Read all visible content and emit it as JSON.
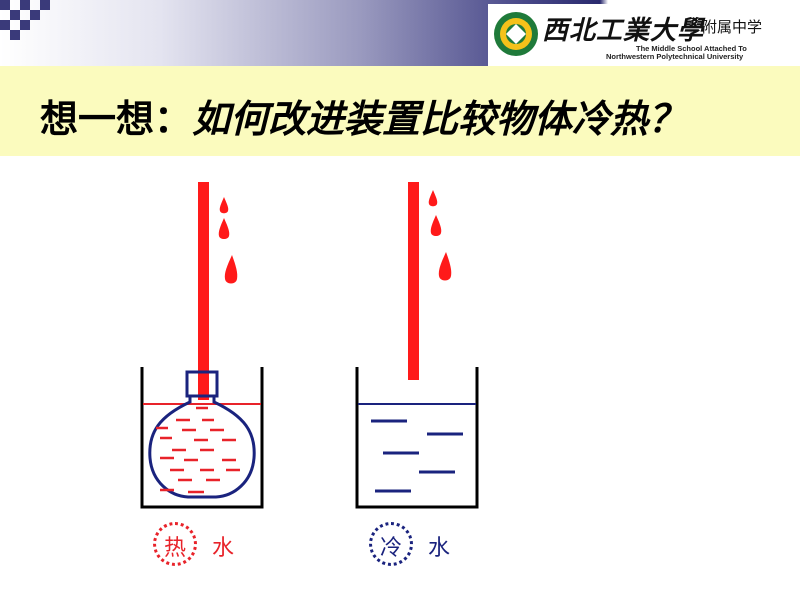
{
  "header": {
    "school_name_cn": "西北工業大學",
    "affiliation_cn": "附属中学",
    "school_name_en_line1": "The Middle School Attached To",
    "school_name_en_line2": "Northwestern Polytechnical University",
    "colors": {
      "accent_navy": "#2a2a6e",
      "title_band": "#fbfbbe"
    }
  },
  "title": {
    "prefix": "想一想：",
    "question": "如何改进装置比较物体冷热？"
  },
  "illustration": {
    "left_label": {
      "circled_char": "热",
      "char": "水",
      "color": "#e8232a"
    },
    "right_label": {
      "circled_char": "冷",
      "char": "水",
      "color": "#1a237e"
    },
    "tube_color": "#ff1a1a",
    "container_color": "#1a237e"
  }
}
